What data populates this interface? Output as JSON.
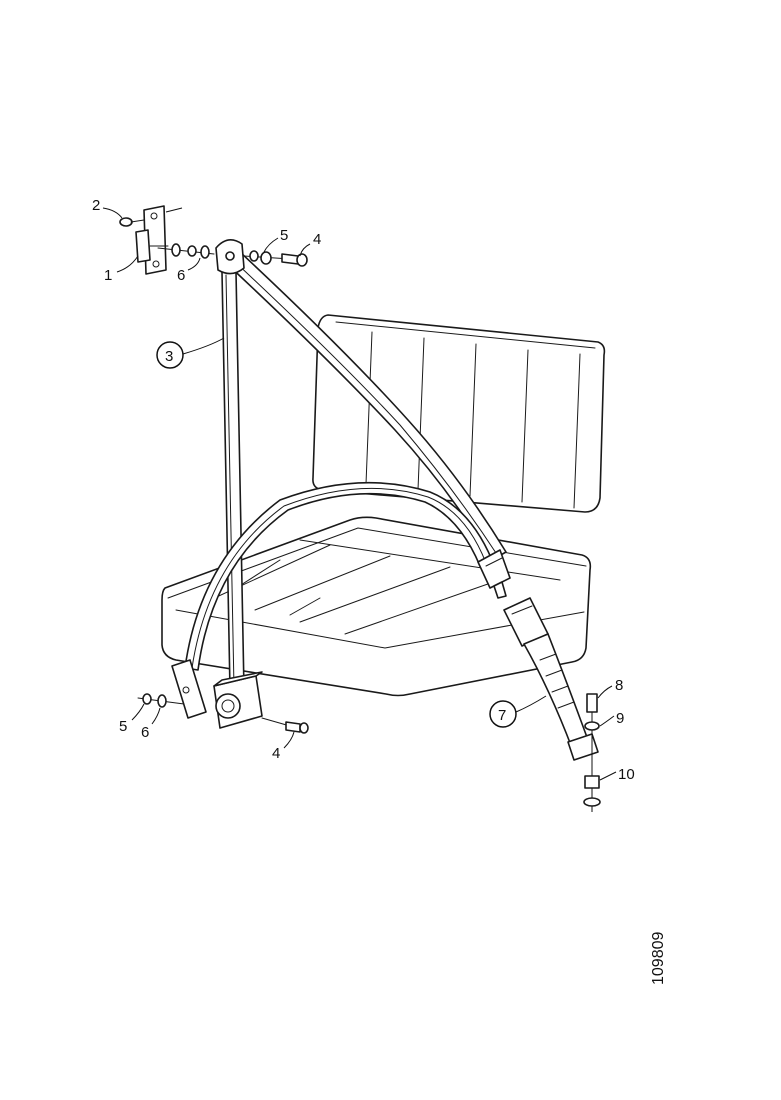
{
  "callouts": {
    "c1": "1",
    "c2": "2",
    "c3": "3",
    "c4_top": "4",
    "c4_bottom": "4",
    "c5_top": "5",
    "c5_bottom": "5",
    "c6_top": "6",
    "c6_bottom": "6",
    "c7": "7",
    "c8": "8",
    "c9": "9",
    "c10": "10"
  },
  "drawing_number": "109809",
  "colors": {
    "line": "#1a1a1a",
    "background": "#ffffff"
  }
}
